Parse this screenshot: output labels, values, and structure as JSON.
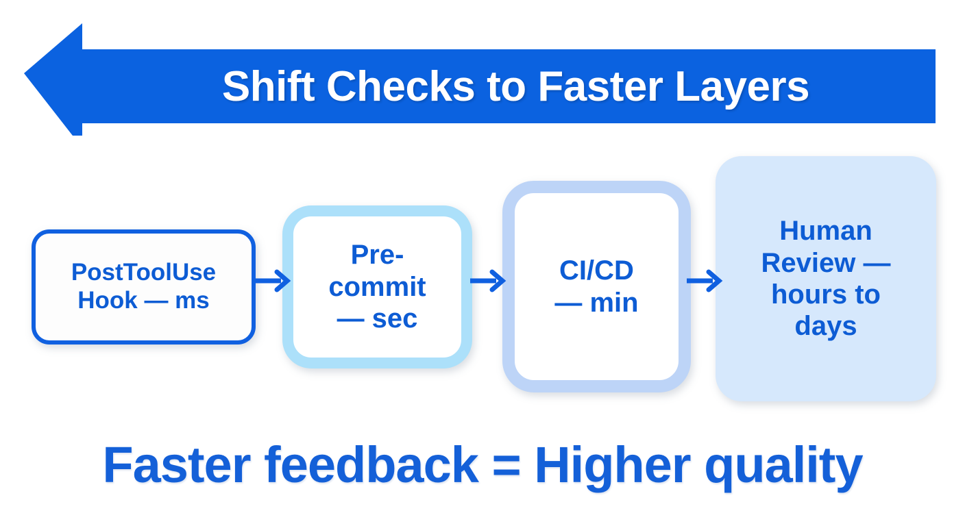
{
  "banner": {
    "title": "Shift Checks to Faster Layers",
    "direction": "left",
    "fill_color": "#0b62e0",
    "text_color": "#ffffff"
  },
  "pipeline": {
    "arrow_color": "#1060e0",
    "nodes": [
      {
        "id": "hook",
        "label": "PostToolUse\nHook — ms",
        "name": "PostToolUse Hook",
        "latency": "ms",
        "style": "outline",
        "fill_color": "#fdfdfd",
        "border_color": "#1060e0",
        "text_color": "#0d5cd4"
      },
      {
        "id": "precommit",
        "label": "Pre-\ncommit\n— sec",
        "name": "Pre-commit",
        "latency": "sec",
        "style": "thick-ring",
        "fill_color": "#ffffff",
        "border_color": "#ace0fa",
        "text_color": "#0d5cd4"
      },
      {
        "id": "cicd",
        "label": "CI/CD\n— min",
        "name": "CI/CD",
        "latency": "min",
        "style": "thick-ring",
        "fill_color": "#ffffff",
        "border_color": "#bdd4f7",
        "text_color": "#0d5cd4"
      },
      {
        "id": "human",
        "label": "Human\nReview —\nhours to\ndays",
        "name": "Human Review",
        "latency": "hours to days",
        "style": "solid-fill",
        "fill_color": "#d6e8fc",
        "border_color": "#d6e8fc",
        "text_color": "#0d5cd4"
      }
    ],
    "connectors": [
      {
        "from": "hook",
        "to": "precommit"
      },
      {
        "from": "precommit",
        "to": "cicd"
      },
      {
        "from": "cicd",
        "to": "human"
      }
    ]
  },
  "tagline": {
    "text": "Faster feedback = Higher quality",
    "color": "#1460d8"
  }
}
